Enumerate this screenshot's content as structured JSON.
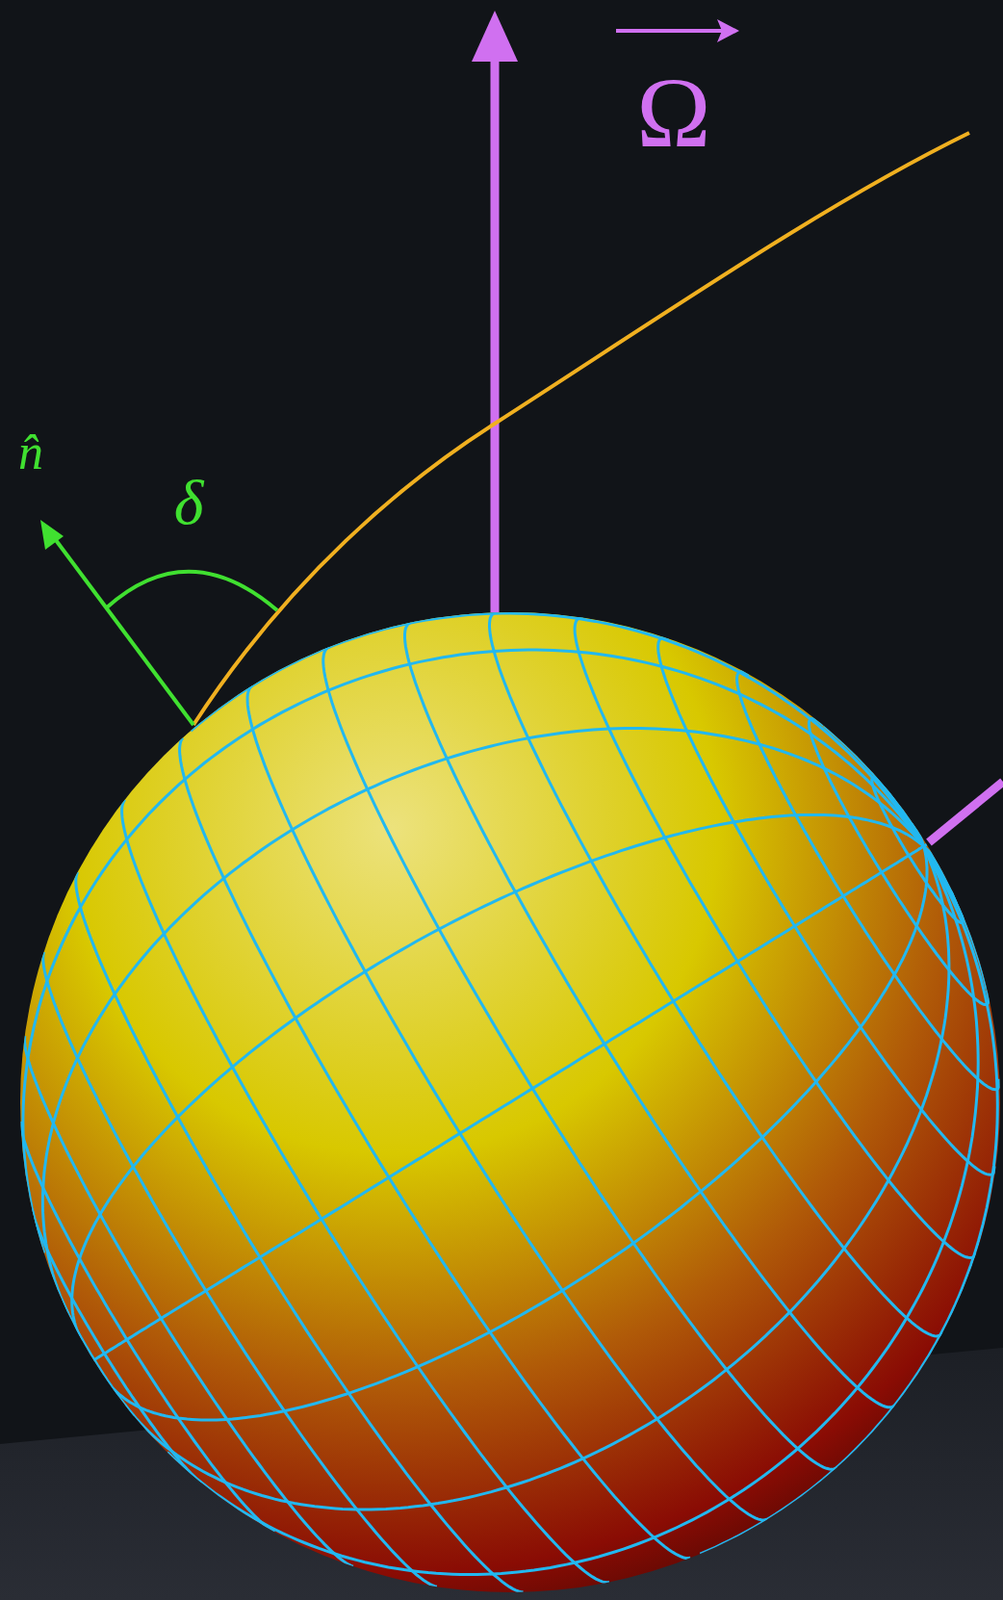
{
  "diagram": {
    "labels": [
      "Ω",
      "n̂",
      "δ"
    ]
  }
}
